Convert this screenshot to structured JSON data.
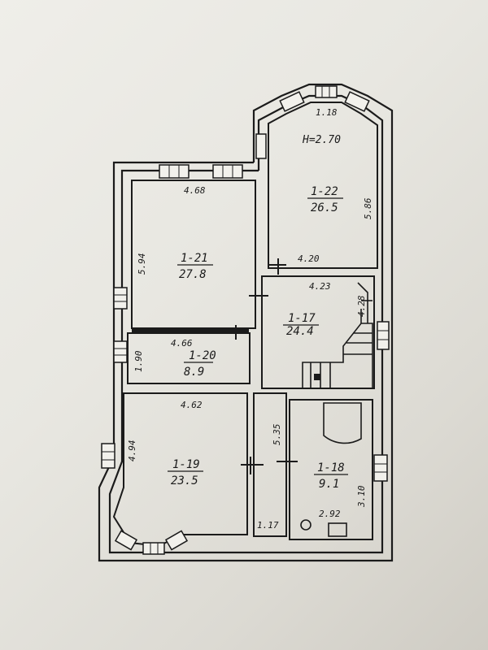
{
  "plan": {
    "height_note": "H=2.70",
    "bay_top_label": "1.18",
    "rooms": [
      {
        "id": "1-22",
        "area": "26.5",
        "dims": [
          "5.86",
          "4.20"
        ]
      },
      {
        "id": "1-21",
        "area": "27.8",
        "dims": [
          "4.68",
          "5.94"
        ]
      },
      {
        "id": "1-17",
        "area": "24.4",
        "dims": [
          "4.23",
          "4.28"
        ]
      },
      {
        "id": "1-20",
        "area": "8.9",
        "dims": [
          "4.66",
          "1.90"
        ]
      },
      {
        "id": "1-19",
        "area": "23.5",
        "dims": [
          "4.62",
          "4.94"
        ]
      },
      {
        "id": "1-18",
        "area": "9.1",
        "dims": [
          "3.10",
          "2.92"
        ]
      }
    ],
    "corridor_dims": [
      "5.35",
      "1.17"
    ]
  },
  "colors": {
    "ink": "#1b1b1b",
    "paper": "#ecebe6"
  }
}
